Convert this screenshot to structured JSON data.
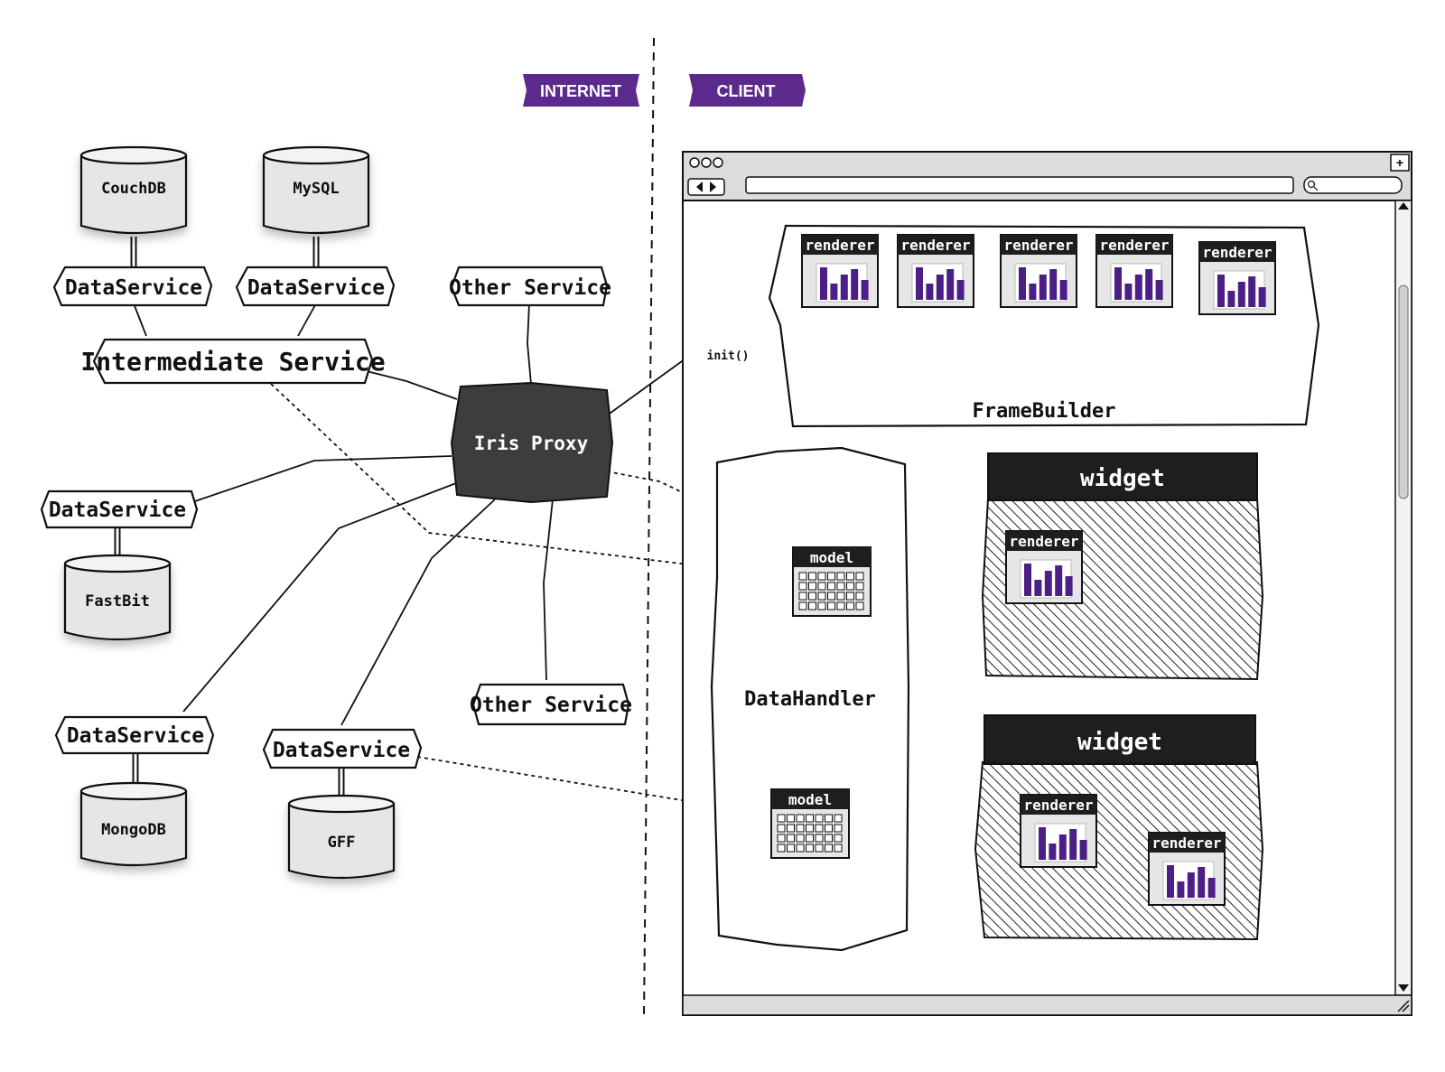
{
  "zones": {
    "internet": "INTERNET",
    "client": "CLIENT"
  },
  "colors": {
    "accent": "#5b2a8c",
    "bar": "#4c1f86",
    "proxy": "#3d3d3d",
    "header": "#1e1e1e"
  },
  "databases": {
    "couchdb": "CouchDB",
    "mysql": "MySQL",
    "fastbit": "FastBit",
    "mongodb": "MongoDB",
    "gff": "GFF"
  },
  "services": {
    "ds_couch": "DataService",
    "ds_mysql": "DataService",
    "ds_fastbit": "DataService",
    "ds_mongo": "DataService",
    "ds_gff": "DataService",
    "other_top": "Other Service",
    "other_bottom": "Other Service",
    "intermediate": "Intermediate Service",
    "proxy": "Iris Proxy"
  },
  "client": {
    "init_call": "init()",
    "framebuilder": "FrameBuilder",
    "datahandler": "DataHandler",
    "widget1": "widget",
    "widget2": "widget",
    "model1": "model",
    "model2": "model",
    "renderer_label": "renderer",
    "renderers": [
      {
        "label": "renderer"
      },
      {
        "label": "renderer"
      },
      {
        "label": "renderer"
      },
      {
        "label": "renderer"
      },
      {
        "label": "renderer"
      },
      {
        "label": "renderer"
      },
      {
        "label": "renderer"
      },
      {
        "label": "renderer"
      }
    ]
  },
  "browser": {
    "window_icons": [
      "close-icon",
      "minimize-icon",
      "maximize-icon"
    ],
    "new_tab": "+"
  }
}
